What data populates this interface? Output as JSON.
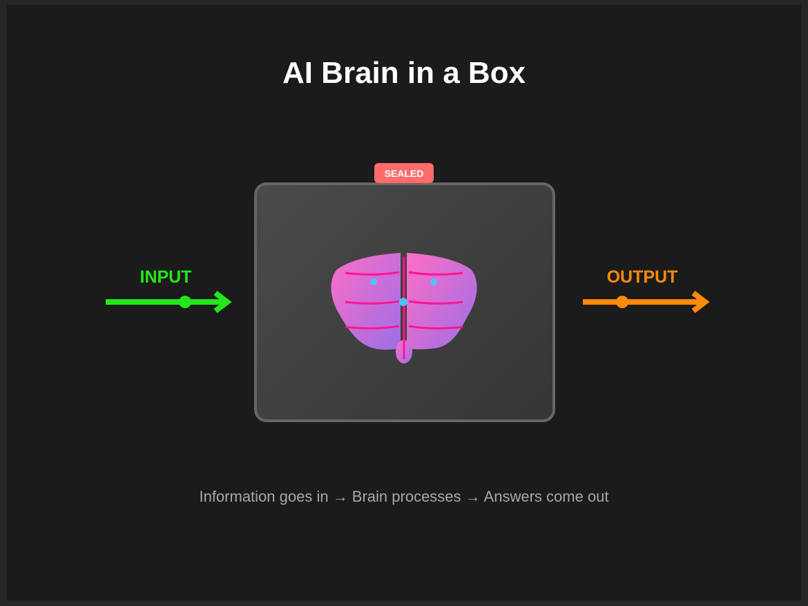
{
  "diagram": {
    "title": "AI Brain in a Box",
    "badge": "SEALED",
    "input_label": "INPUT",
    "output_label": "OUTPUT",
    "caption": "Information goes in → Brain processes → Answers come out"
  },
  "colors": {
    "background": "#1b1b1b",
    "input": "#22e81a",
    "output": "#ff8a0b",
    "badge": "#ff6b6b",
    "brain_start": "#ff6ec7",
    "brain_end": "#9b6fe6",
    "folds": "#ff1493",
    "neurons": "#4fc3f7"
  },
  "icons": {
    "input_arrow": "arrow-right-icon",
    "output_arrow": "arrow-right-icon",
    "brain": "brain-icon"
  }
}
